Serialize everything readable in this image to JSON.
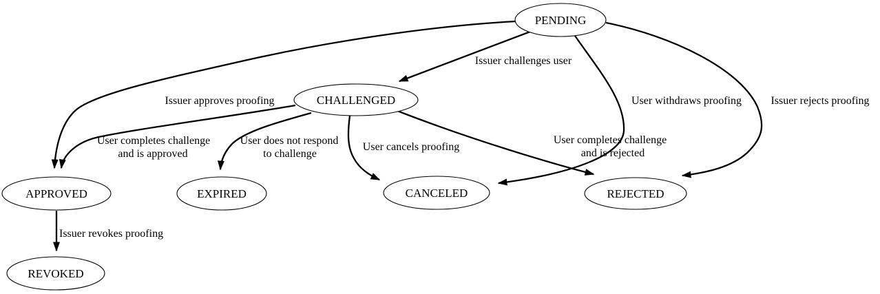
{
  "diagram": {
    "type": "state-machine-graph",
    "background_color": "#ffffff",
    "line_color": "#000000",
    "text_color": "#000000",
    "node_fill_color": "#ffffff",
    "nodes": [
      {
        "id": "pending",
        "label": "PENDING"
      },
      {
        "id": "challenged",
        "label": "CHALLENGED"
      },
      {
        "id": "approved",
        "label": "APPROVED"
      },
      {
        "id": "expired",
        "label": "EXPIRED"
      },
      {
        "id": "canceled",
        "label": "CANCELED"
      },
      {
        "id": "rejected",
        "label": "REJECTED"
      },
      {
        "id": "revoked",
        "label": "REVOKED"
      }
    ],
    "edges": [
      {
        "from": "PENDING",
        "to": "CHALLENGED",
        "label": "Issuer challenges user"
      },
      {
        "from": "PENDING",
        "to": "APPROVED",
        "label": "Issuer approves proofing"
      },
      {
        "from": "CHALLENGED",
        "to": "APPROVED",
        "line1": "User completes challenge",
        "line2": "and is approved"
      },
      {
        "from": "CHALLENGED",
        "to": "EXPIRED",
        "line1": "User does not respond",
        "line2": "to challenge"
      },
      {
        "from": "CHALLENGED",
        "to": "CANCELED",
        "label": "User cancels proofing"
      },
      {
        "from": "CHALLENGED",
        "to": "REJECTED",
        "line1": "User completes challenge",
        "line2": "and is rejected"
      },
      {
        "from": "PENDING",
        "to": "CANCELED",
        "label": "User withdraws proofing"
      },
      {
        "from": "PENDING",
        "to": "REJECTED",
        "label": "Issuer rejects proofing"
      },
      {
        "from": "APPROVED",
        "to": "REVOKED",
        "label": "Issuer revokes proofing"
      }
    ]
  }
}
